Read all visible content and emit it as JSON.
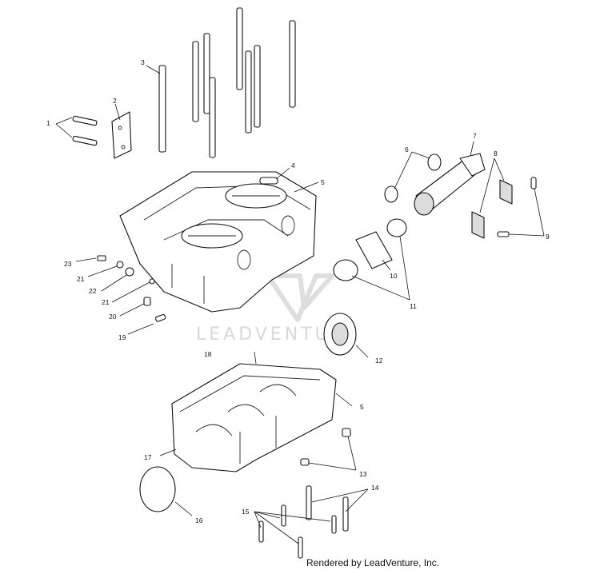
{
  "callouts": {
    "c1": "1",
    "c2": "2",
    "c3": "3",
    "c4": "4",
    "c5a": "5",
    "c5b": "5",
    "c6": "6",
    "c7": "7",
    "c8": "8",
    "c9": "9",
    "c10": "10",
    "c11": "11",
    "c12": "12",
    "c13": "13",
    "c14": "14",
    "c15": "15",
    "c16": "16",
    "c17": "17",
    "c18": "18",
    "c19": "19",
    "c20": "20",
    "c21a": "21",
    "c21b": "21",
    "c22": "22",
    "c23": "23"
  },
  "watermark": {
    "text": "LEADVENTURE",
    "logo": "leadventure-logo"
  },
  "footer": {
    "credit": "Rendered by LeadVenture, Inc."
  }
}
